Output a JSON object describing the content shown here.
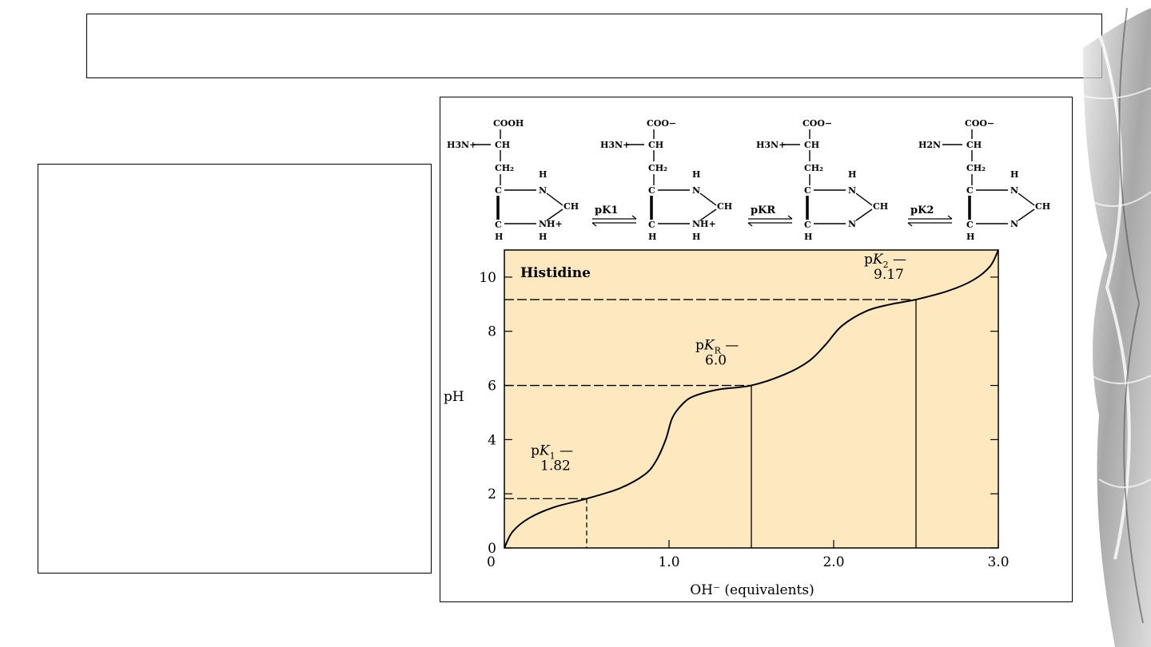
{
  "slide": {
    "title": "",
    "body_text": ""
  },
  "structures": {
    "arrows": [
      "pK1",
      "pKR",
      "pK2"
    ],
    "forms": [
      {
        "carboxyl": "COOH",
        "amino": "H3N+",
        "ring_n": "NH+"
      },
      {
        "carboxyl": "COO−",
        "amino": "H3N+",
        "ring_n": "NH+"
      },
      {
        "carboxyl": "COO−",
        "amino": "H3N+",
        "ring_n": "N"
      },
      {
        "carboxyl": "COO−",
        "amino": "H2N",
        "ring_n": "N"
      }
    ]
  },
  "chart_data": {
    "type": "line",
    "title": "Histidine",
    "xlabel": "OH⁻ (equivalents)",
    "ylabel": "pH",
    "xlim": [
      0,
      3.0
    ],
    "ylim": [
      0,
      11
    ],
    "xticks": [
      0,
      1.0,
      2.0,
      3.0
    ],
    "xtick_labels": [
      "0",
      "1.0",
      "2.0",
      "3.0"
    ],
    "yticks": [
      0,
      2,
      4,
      6,
      8,
      10
    ],
    "ytick_labels": [
      "0",
      "2",
      "4",
      "6",
      "8",
      "10"
    ],
    "grid": false,
    "background": "#fde8c0",
    "series": [
      {
        "x": [
          0,
          0.05,
          0.15,
          0.3,
          0.5,
          0.7,
          0.85,
          0.92,
          0.98,
          1.02,
          1.08,
          1.15,
          1.3,
          1.5,
          1.7,
          1.85,
          1.95,
          2.05,
          2.2,
          2.35,
          2.5,
          2.7,
          2.85,
          2.95,
          3.0
        ],
        "y": [
          0,
          0.6,
          1.1,
          1.5,
          1.82,
          2.2,
          2.7,
          3.2,
          4.0,
          4.8,
          5.3,
          5.6,
          5.85,
          6.0,
          6.4,
          6.9,
          7.5,
          8.2,
          8.75,
          9.0,
          9.17,
          9.5,
          9.9,
          10.4,
          11.0
        ]
      }
    ],
    "annotations": [
      {
        "name": "pK1",
        "value": 1.82,
        "value_label": "1.82",
        "x": 0.5
      },
      {
        "name": "pKR",
        "value": 6.0,
        "value_label": "6.0",
        "x": 1.5
      },
      {
        "name": "pK2",
        "value": 9.17,
        "value_label": "9.17",
        "x": 2.5
      }
    ]
  }
}
